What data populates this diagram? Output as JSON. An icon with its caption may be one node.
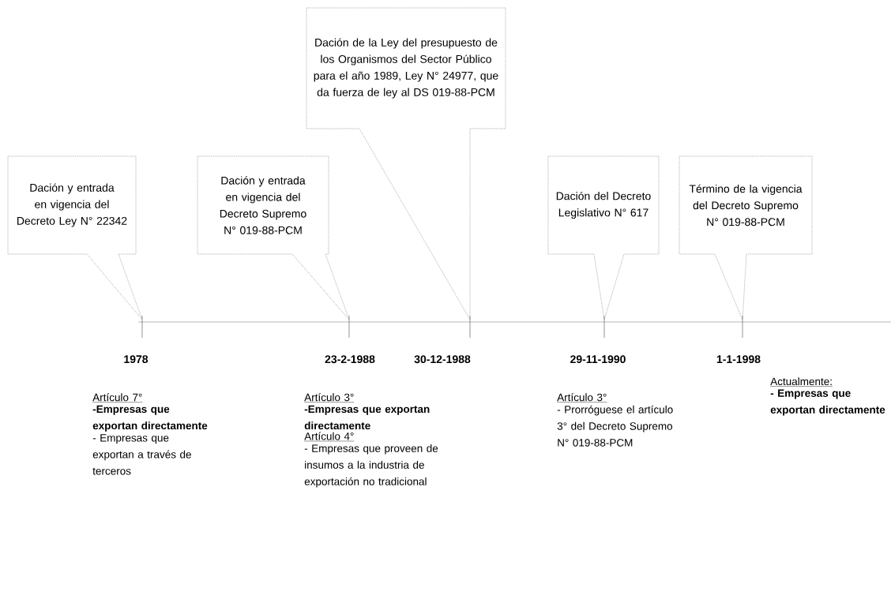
{
  "diagram": {
    "nodes": [
      {
        "text": [
          "Dación y entrada en vigencia del Decreto Ley N° 22342"
        ]
      },
      {
        "text": [
          "Dación y entrada en vigencia del Decreto Supremo N° 019-88-PCM"
        ]
      },
      {
        "text": [
          "Dación de la Ley del presupuesto de los Organismos del Sector Público para el año 1989, Ley N° 24977, que da fuerza de ley al DS 019-88-PCM"
        ]
      },
      {
        "text": [
          "Dación del Decreto Legislativo N° 617"
        ]
      },
      {
        "text": [
          "Término de la vigencia del Decreto Supremo N° 019-88-PCM"
        ]
      }
    ],
    "labels": [
      "1978",
      "23-2-1988",
      "30-12-1988",
      "29-11-1990",
      "1-1-1998",
      "Artículo 7°",
      "-Empresas que exportan directamente",
      "- Empresas que exportan a través de terceros",
      "Artículo 3°",
      "-Empresas que exportan directamente",
      "Artículo 4°",
      "- Empresas que proveen de insumos a la industria de exportación no tradicional",
      "Artículo 3°",
      "- Prorróguese el artículo 3° del Decreto Supremo N° 019-88-PCM",
      "Actualmente:",
      "- Empresas que exportan directamente"
    ]
  }
}
